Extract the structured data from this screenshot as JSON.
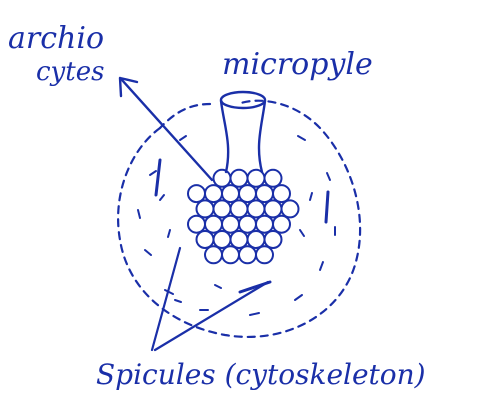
{
  "labels": {
    "archeocytes_line1": "archio",
    "archeocytes_line2": "cytes",
    "micropyle": "micropyle",
    "spicules": "Spicules (cytoskeleton)"
  },
  "colors": {
    "ink": "#1a2fa8",
    "background": "#ffffff"
  }
}
